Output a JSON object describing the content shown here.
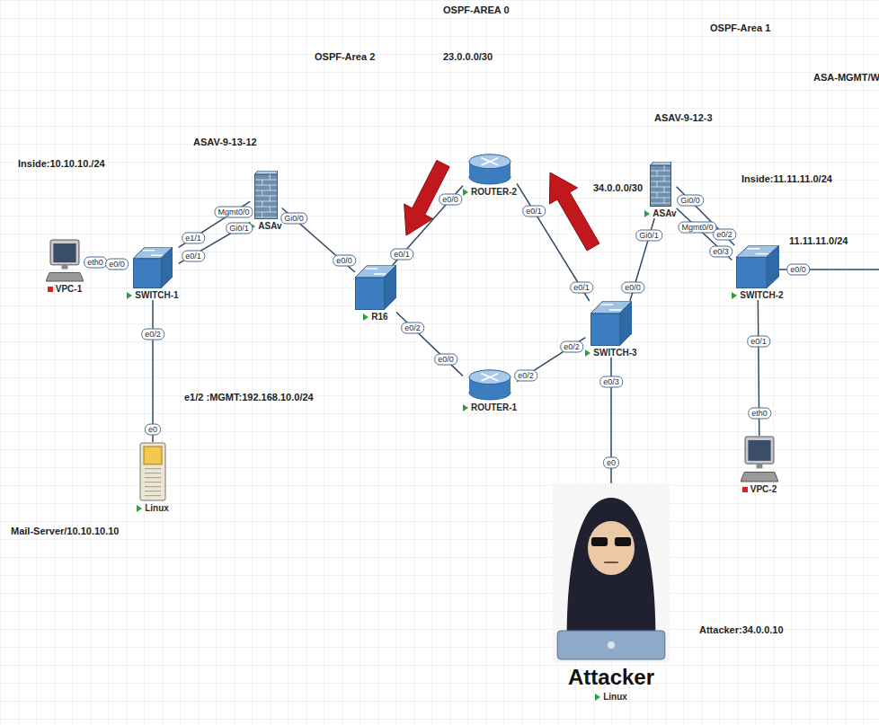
{
  "diagram": {
    "nodes": [
      {
        "text": [
          "VPC-1"
        ]
      },
      {
        "text": [
          "SWITCH-1"
        ]
      },
      {
        "text": [
          "ASAv"
        ]
      },
      {
        "text": [
          "R16"
        ]
      },
      {
        "text": [
          "ROUTER-2"
        ]
      },
      {
        "text": [
          "ROUTER-1"
        ]
      },
      {
        "text": [
          "SWITCH-3"
        ]
      },
      {
        "text": [
          "ASAv"
        ]
      },
      {
        "text": [
          "SWITCH-2"
        ]
      },
      {
        "text": [
          "VPC-2"
        ]
      },
      {
        "text": [
          "Linux"
        ]
      },
      {
        "text": [
          "Attacker",
          "Linux"
        ]
      }
    ],
    "edges": [
      {
        "from": 0,
        "to": 1,
        "arrow": "none"
      },
      {
        "from": 1,
        "to": 2,
        "arrow": "none"
      },
      {
        "from": 1,
        "to": 2,
        "arrow": "none"
      },
      {
        "from": 1,
        "to": 10,
        "arrow": "none"
      },
      {
        "from": 2,
        "to": 3,
        "arrow": "none"
      },
      {
        "from": 3,
        "to": 4,
        "arrow": "none"
      },
      {
        "from": 3,
        "to": 5,
        "arrow": "none"
      },
      {
        "from": 4,
        "to": 6,
        "arrow": "none"
      },
      {
        "from": 5,
        "to": 6,
        "arrow": "none"
      },
      {
        "from": 6,
        "to": 7,
        "arrow": "none"
      },
      {
        "from": 6,
        "to": 11,
        "arrow": "none"
      },
      {
        "from": 7,
        "to": 8,
        "arrow": "none"
      },
      {
        "from": 7,
        "to": 8,
        "arrow": "none"
      },
      {
        "from": 8,
        "to": 9,
        "arrow": "none"
      }
    ],
    "labels": [
      "OSPF-AREA 0",
      "OSPF-Area 2",
      "23.0.0.0/30",
      "OSPF-Area 1",
      "ASA-MGMT/W",
      "ASAV-9-13-12",
      "ASAV-9-12-3",
      "Inside:10.10.10./24",
      "Inside:11.11.11.0/24",
      "34.0.0.0/30",
      "11.11.11.0/24",
      "e1/2 :MGMT:192.168.10.0/24",
      "Mail-Server/10.10.10.10",
      "Attacker:34.0.0.10",
      "eth0",
      "e0/0",
      "e1/1",
      "e0/1",
      "Mgmt0/0",
      "Gi0/1",
      "e0/2",
      "e0",
      "Gi0/0",
      "e0/0",
      "e0/1",
      "e0/2",
      "e0/0",
      "e0/1",
      "e0/0",
      "e0/2",
      "e0/1",
      "e0/2",
      "e0/0",
      "Gi0/1",
      "e0/3",
      "e0",
      "Gi0/0",
      "Mgmt0/0",
      "e0/2",
      "e0/3",
      "e0/0",
      "e0/1",
      "eth0"
    ]
  }
}
